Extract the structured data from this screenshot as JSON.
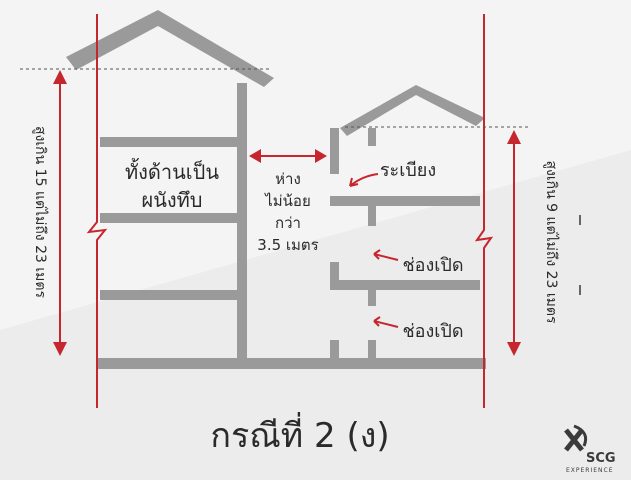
{
  "diagram": {
    "left_building": {
      "wall_label_line1": "ทั้งด้านเป็น",
      "wall_label_line2": "ผนังทึบ",
      "height_label": "สูงเกิน 15 แต่ไม่ถึง 23 เมตร"
    },
    "gap": {
      "line1": "ห่าง",
      "line2": "ไม่น้อย",
      "line3": "กว่า",
      "line4": "3.5 เมตร"
    },
    "right_building": {
      "balcony_label": "ระเบียง",
      "opening_label_1": "ช่องเปิด",
      "opening_label_2": "ช่องเปิด",
      "height_label": "สูงเกิน 9 แต่ไม่ถึง 23 เมตร"
    },
    "caption": "กรณีที่ 2 (ง)",
    "logo": {
      "brand": "SCG",
      "tagline": "EXPERIENCE"
    },
    "colors": {
      "structure": "#9a9a9a",
      "measure_red": "#c6262e",
      "text": "#2a2a2a"
    }
  }
}
